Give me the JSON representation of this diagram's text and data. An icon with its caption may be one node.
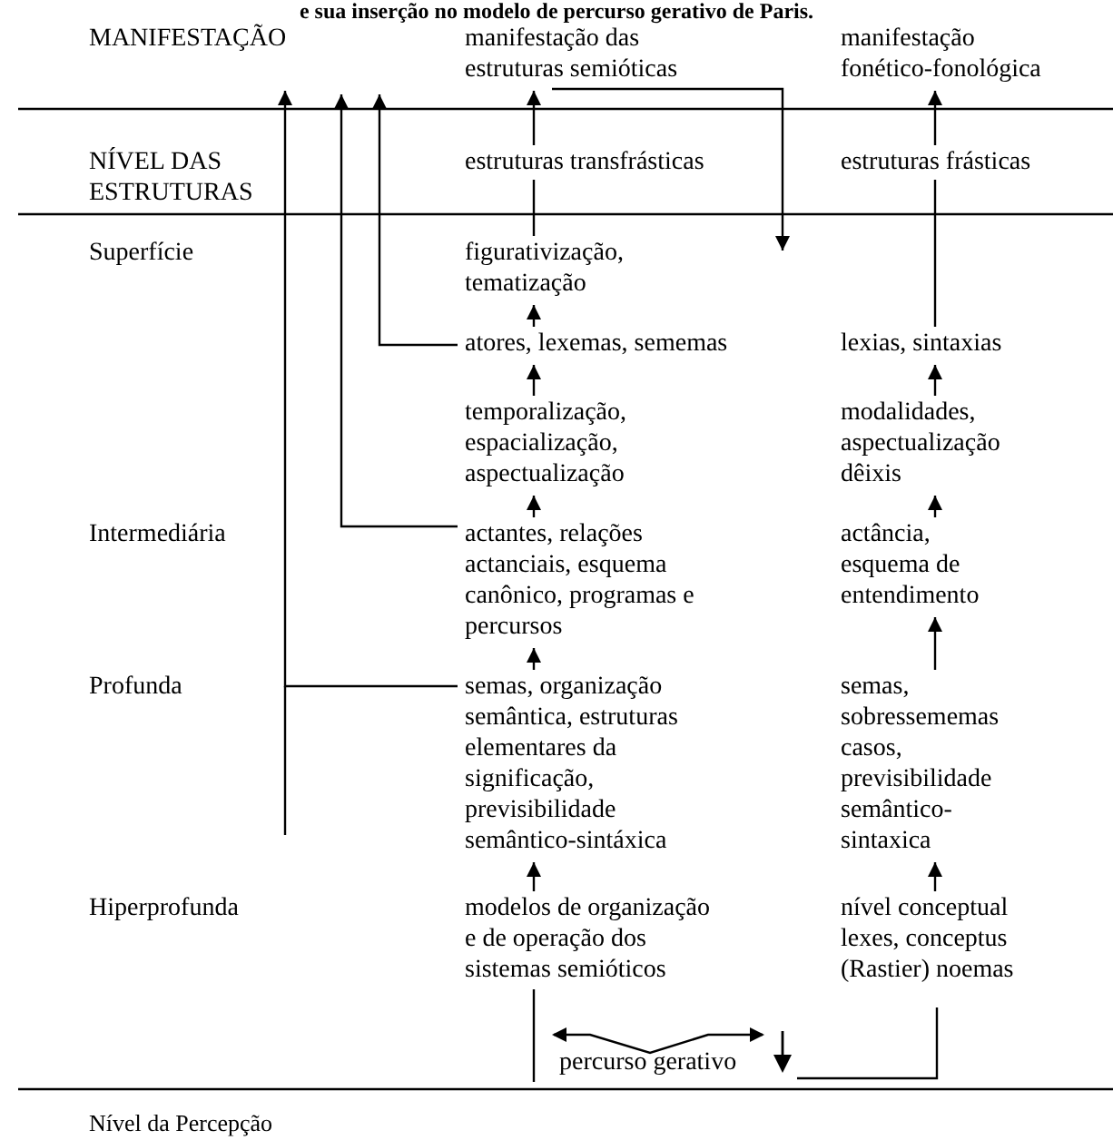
{
  "diagram": {
    "title": "e sua inserção no modelo de percurso gerativo de Paris.",
    "nodes": [
      {
        "text": [
          "MANIFESTAÇÃO"
        ]
      },
      {
        "text": [
          "manifestação das estruturas semióticas"
        ]
      },
      {
        "text": [
          "manifestação fonético-fonológica"
        ]
      },
      {
        "text": [
          "NÍVEL DAS ESTRUTURAS"
        ]
      },
      {
        "text": [
          "estruturas transfrásticas"
        ]
      },
      {
        "text": [
          "estruturas frásticas"
        ]
      },
      {
        "text": [
          "Superfície"
        ]
      },
      {
        "text": [
          "figurativização, tematização"
        ]
      },
      {
        "text": [
          "atores, lexemas, sememas"
        ]
      },
      {
        "text": [
          "lexias, sintaxias"
        ]
      },
      {
        "text": [
          "temporalização, espacialização, aspectualização"
        ]
      },
      {
        "text": [
          "modalidades, aspectualização dêixis"
        ]
      },
      {
        "text": [
          "Intermediária"
        ]
      },
      {
        "text": [
          "actantes, relações actanciais, esquema canônico, programas e percursos"
        ]
      },
      {
        "text": [
          "actância, esquema de entendimento"
        ]
      },
      {
        "text": [
          "Profunda"
        ]
      },
      {
        "text": [
          "semas, organização semântica, estruturas elementares da significação, previsibilidade semântico-sintáxica"
        ]
      },
      {
        "text": [
          "semas, sobressememas casos, previsibilidade semântico-sintaxica"
        ]
      },
      {
        "text": [
          "Hiperprofunda"
        ]
      },
      {
        "text": [
          "modelos de organização e de operação dos sistemas semióticos"
        ]
      },
      {
        "text": [
          "nível conceptual lexes, conceptus (Rastier) noemas"
        ]
      }
    ],
    "edges": [
      {
        "from": 4,
        "to": 1,
        "arrow": "to"
      },
      {
        "from": 7,
        "to": 4,
        "arrow": "none"
      },
      {
        "from": 8,
        "to": 7,
        "arrow": "to"
      },
      {
        "from": 10,
        "to": 8,
        "arrow": "to"
      },
      {
        "from": 13,
        "to": 10,
        "arrow": "to"
      },
      {
        "from": 16,
        "to": 13,
        "arrow": "to"
      },
      {
        "from": 19,
        "to": 16,
        "arrow": "to"
      },
      {
        "from": 5,
        "to": 2,
        "arrow": "to"
      },
      {
        "from": 9,
        "to": 5,
        "arrow": "none"
      },
      {
        "from": 11,
        "to": 9,
        "arrow": "to"
      },
      {
        "from": 14,
        "to": 11,
        "arrow": "to"
      },
      {
        "from": 17,
        "to": 14,
        "arrow": "to"
      },
      {
        "from": 20,
        "to": 17,
        "arrow": "to"
      },
      {
        "from": 16,
        "to": 0,
        "arrow": "to"
      },
      {
        "from": 13,
        "to": null,
        "arrow": "to"
      },
      {
        "from": 8,
        "to": null,
        "arrow": "to"
      },
      {
        "from": 1,
        "to": null,
        "arrow": "to"
      },
      {
        "from": 19,
        "to": null,
        "arrow": "none"
      },
      {
        "from": 20,
        "to": null,
        "arrow": "none"
      }
    ],
    "labels": [
      "percurso gerativo",
      "Nível da Percepção"
    ]
  }
}
